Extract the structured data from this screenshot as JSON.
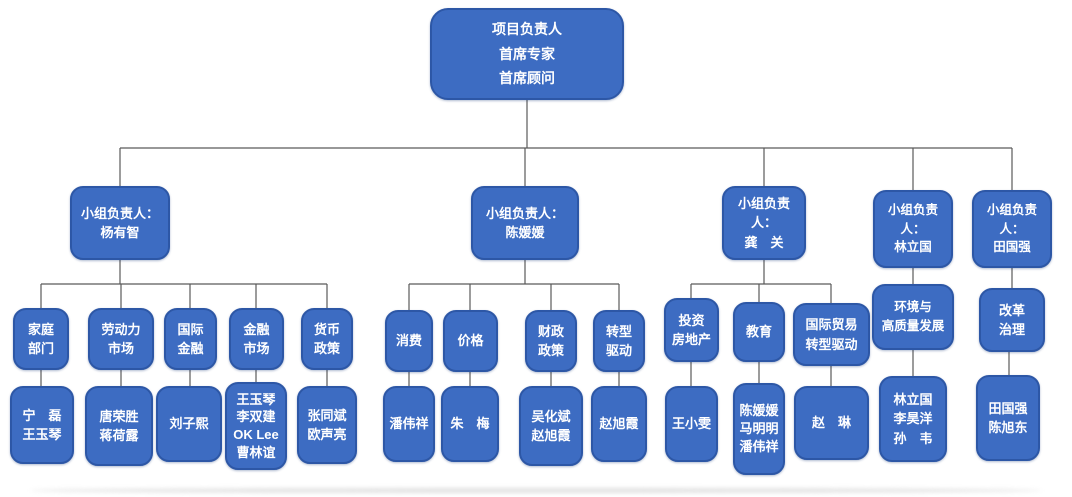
{
  "colors": {
    "box-fill": "#3d6cc2",
    "box-border": "#2d57a6",
    "box-text": "#ffffff",
    "line-color": "#5a5a5a",
    "page-bg": "#ffffff"
  },
  "root_label": "项目负责人\n首席专家\n首席顾问",
  "groups": [
    {
      "leader": "小组负责人：\n杨有智",
      "columns": [
        {
          "topic": "家庭\n部门",
          "members": "宁　磊\n王玉琴"
        },
        {
          "topic": "劳动力\n市场",
          "members": "唐荣胜\n蒋荷露"
        },
        {
          "topic": "国际\n金融",
          "members": "刘子熙"
        },
        {
          "topic": "金融\n市场",
          "members": "王玉琴\n李双建\nOK Lee\n曹林谊"
        },
        {
          "topic": "货币\n政策",
          "members": "张同斌\n欧声亮"
        }
      ]
    },
    {
      "leader": "小组负责人：\n陈媛媛",
      "columns": [
        {
          "topic": "消费",
          "members": "潘伟祥"
        },
        {
          "topic": "价格",
          "members": "朱　梅"
        },
        {
          "topic": "财政\n政策",
          "members": "吴化斌\n赵旭霞"
        },
        {
          "topic": "转型\n驱动",
          "members": "赵旭霞"
        }
      ]
    },
    {
      "leader": "小组负责人：\n龚　关",
      "columns": [
        {
          "topic": "投资\n房地产",
          "members": "王小雯"
        },
        {
          "topic": "教育",
          "members": "陈媛媛\n马明明\n潘伟祥"
        },
        {
          "topic": "国际贸易\n转型驱动",
          "members": "赵　琳"
        }
      ]
    },
    {
      "leader": "小组负责人：\n林立国",
      "columns": [
        {
          "topic": "环境与\n高质量发展",
          "members": "林立国\n李昊洋\n孙　韦"
        }
      ]
    },
    {
      "leader": "小组负责人：\n田国强",
      "columns": [
        {
          "topic": "改革\n治理",
          "members": "田国强\n陈旭东"
        }
      ]
    }
  ]
}
